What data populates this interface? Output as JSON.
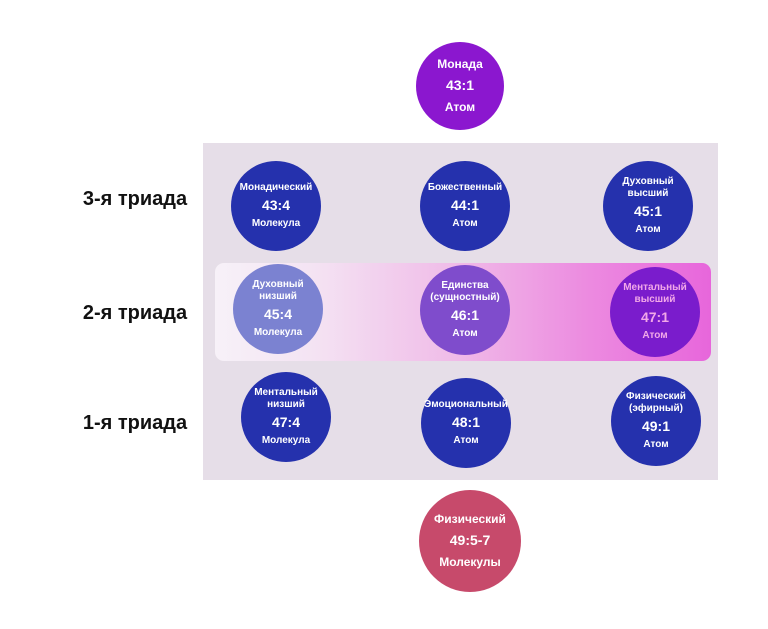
{
  "colors": {
    "node_blue": "#2531ad",
    "monad": "#8b17cf",
    "physical": "#c74a6b",
    "band_gradient_end": "#e766db",
    "panel_bg": "#e6dee8"
  },
  "row_labels": {
    "triad3": "3-я триада",
    "triad2": "2-я триада",
    "triad1": "1-я триада"
  },
  "monad": {
    "name": "Монада",
    "code": "43:1",
    "kind": "Атом"
  },
  "triad3": [
    {
      "name": "Монадический",
      "code": "43:4",
      "kind": "Молекула"
    },
    {
      "name": "Божественный",
      "code": "44:1",
      "kind": "Атом"
    },
    {
      "name": "Духовный\nвысший",
      "code": "45:1",
      "kind": "Атом"
    }
  ],
  "triad2": [
    {
      "name": "Духовный\nнизший",
      "code": "45:4",
      "kind": "Молекула"
    },
    {
      "name": "Единства\n(сущностный)",
      "code": "46:1",
      "kind": "Атом"
    },
    {
      "name": "Ментальный\nвысший",
      "code": "47:1",
      "kind": "Атом"
    }
  ],
  "triad1": [
    {
      "name": "Ментальный\nнизший",
      "code": "47:4",
      "kind": "Молекула"
    },
    {
      "name": "Эмоциональный",
      "code": "48:1",
      "kind": "Атом"
    },
    {
      "name": "Физический\n(эфирный)",
      "code": "49:1",
      "kind": "Атом"
    }
  ],
  "physical": {
    "name": "Физический",
    "code": "49:5-7",
    "kind": "Молекулы"
  }
}
